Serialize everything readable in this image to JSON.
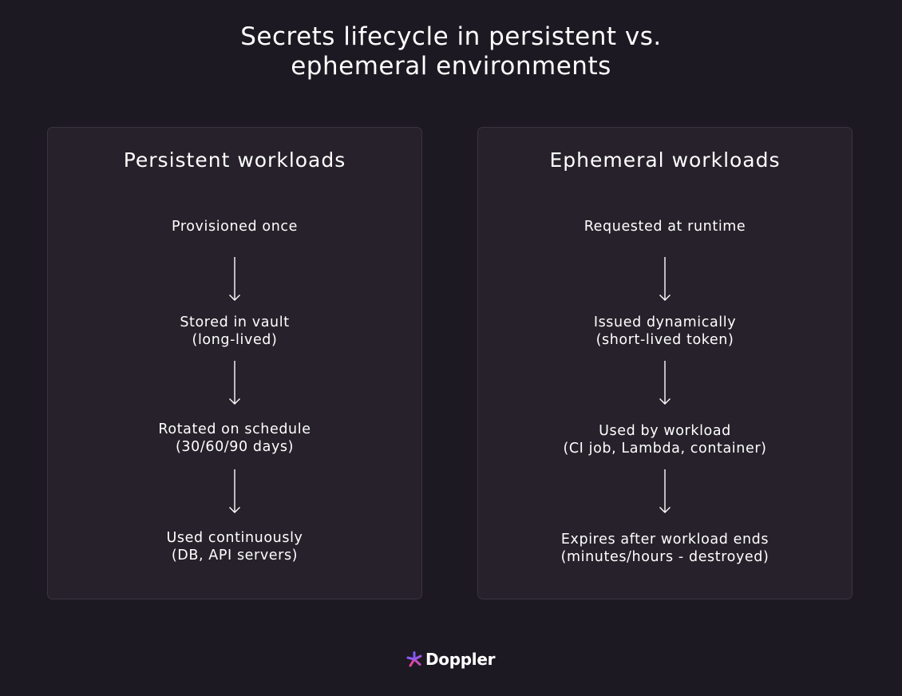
{
  "title": {
    "line1": "Secrets lifecycle in persistent vs.",
    "line2": "ephemeral environments"
  },
  "persistent": {
    "heading": "Persistent workloads",
    "steps": [
      {
        "line1": "Provisioned once",
        "line2": ""
      },
      {
        "line1": "Stored in vault",
        "line2": "(long-lived)"
      },
      {
        "line1": "Rotated on schedule",
        "line2": "(30/60/90 days)"
      },
      {
        "line1": "Used continuously",
        "line2": "(DB, API servers)"
      }
    ]
  },
  "ephemeral": {
    "heading": "Ephemeral workloads",
    "steps": [
      {
        "line1": "Requested at runtime",
        "line2": ""
      },
      {
        "line1": "Issued dynamically",
        "line2": "(short-lived token)"
      },
      {
        "line1": "Used by workload",
        "line2": "(CI job, Lambda, container)"
      },
      {
        "line1": "Expires after workload ends",
        "line2": "(minutes/hours - destroyed)"
      }
    ]
  },
  "brand": {
    "name": "Doppler",
    "icon": "doppler-logo-icon",
    "accent_colors": [
      "#7b5cff",
      "#e0479e"
    ]
  },
  "colors": {
    "background": "#1d1922",
    "panel": "#26212b",
    "text": "#ffffff"
  }
}
